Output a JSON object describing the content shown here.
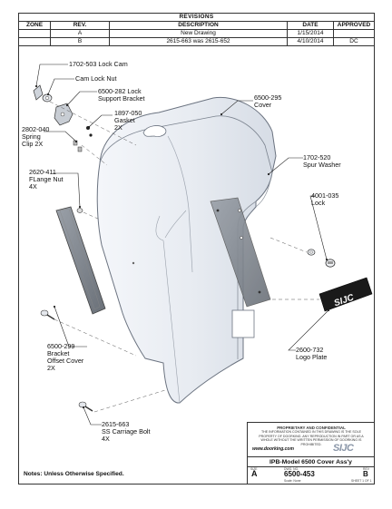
{
  "revisions": {
    "title": "REVISIONS",
    "headers": [
      "ZONE",
      "REV.",
      "DESCRIPTION",
      "DATE",
      "APPROVED"
    ],
    "rows": [
      {
        "zone": "",
        "rev": "A",
        "description": "New Drawing",
        "date": "1/15/2014",
        "approved": ""
      },
      {
        "zone": "",
        "rev": "B",
        "description": "2615-663 was 2615-652",
        "date": "4/10/2014",
        "approved": "DC"
      }
    ]
  },
  "callouts": {
    "lock_cam": {
      "part": "1702-503",
      "name": "Lock Cam"
    },
    "cam_lock_nut": {
      "name": "Cam Lock Nut"
    },
    "lock_support_bracket": {
      "part": "6500-282",
      "name_1": "Lock",
      "name_2": "Support Bracket"
    },
    "gasket": {
      "part": "1897-050",
      "name": "Gasket",
      "qty": "2X"
    },
    "spring_clip": {
      "part": "2802-040",
      "name": "Spring",
      "name_2": "Clip 2X"
    },
    "cover": {
      "part": "6500-295",
      "name": "Cover"
    },
    "flange_nut": {
      "part": "2620-411",
      "name": "FLange Nut",
      "qty": "4X"
    },
    "spur_washer": {
      "part": "1702-520",
      "name": "Spur Washer"
    },
    "lock": {
      "part": "4001-035",
      "name": "Lock"
    },
    "bracket_offset_cover": {
      "part": "6500-299",
      "name_1": "Bracket",
      "name_2": "Offset Cover",
      "qty": "2X"
    },
    "logo_plate": {
      "part": "2600-732",
      "name": "Logo Plate"
    },
    "carriage_bolt": {
      "part": "2615-663",
      "name": "SS Carriage Bolt",
      "qty": "4X"
    }
  },
  "logo_plate_text": "SIJC",
  "title_block": {
    "proprietary_title": "PROPRIETARY AND CONFIDENTIAL",
    "proprietary_text": "THE INFORMATION CONTAINED IN THIS DRAWING IS THE SOLE PROPERTY OF DOORKING. ANY REPRODUCTION IN PART OR AS A WHOLE WITHOUT THE WRITTEN PERMISSION OF DOORKING IS PROHIBITED.",
    "website": "www.doorking.com",
    "brand": "SIJC",
    "title": "IPB-Model 6500 Cover Ass'y",
    "size_label": "SIZE",
    "size": "A",
    "dwg_label": "DWG. NO.",
    "dwg_no": "6500-453",
    "rev_label": "REV",
    "rev": "B",
    "scale": "Scale: None",
    "sheet": "SHEET 1 OF 1"
  },
  "notes": "Notes: Unless Otherwise Specified."
}
